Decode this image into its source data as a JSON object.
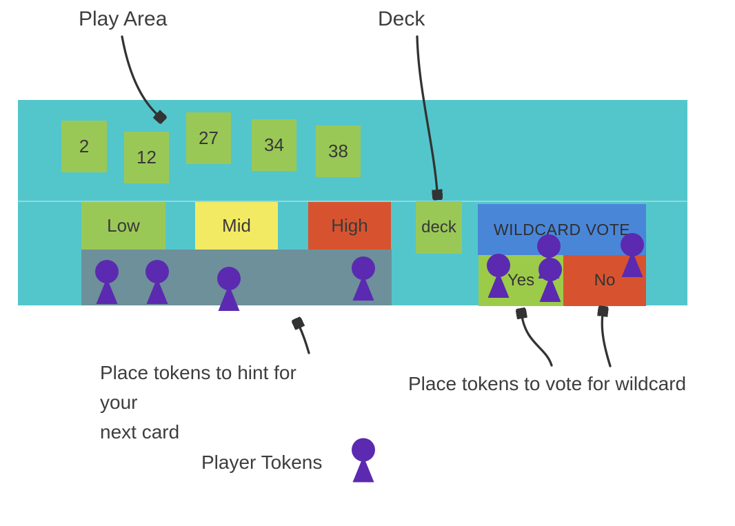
{
  "callouts": {
    "play_area": "Play Area",
    "deck": "Deck",
    "hint": {
      "line1": "Place tokens to hint for",
      "line2": "your",
      "line3": "next card"
    },
    "vote_caption": "Place tokens to vote for wildcard",
    "player_tokens": "Player Tokens"
  },
  "board": {
    "cards": [
      {
        "value": "2"
      },
      {
        "value": "12"
      },
      {
        "value": "27"
      },
      {
        "value": "34"
      },
      {
        "value": "38"
      }
    ],
    "hint_bins": [
      {
        "label": "Low"
      },
      {
        "label": "Mid"
      },
      {
        "label": "High"
      }
    ],
    "deck_label": "deck",
    "wildcard": {
      "title": "WILDCARD VOTE",
      "yes_label": "Yes",
      "no_label": "No"
    }
  },
  "tokens": {
    "hint_tray_count": 4,
    "vote_area_count": 4,
    "legend_count": 1
  },
  "icons": {
    "player_token": "pawn-silhouette"
  },
  "colors": {
    "board_teal": "#53c6cc",
    "card_green": "#9ac857",
    "yes_green": "#9ccb4a",
    "mid_yellow": "#f3ea63",
    "high_red": "#d7532f",
    "vote_blue": "#4a86d8",
    "tray_slate": "#6d909a",
    "token_purple": "#5b2ab0",
    "ink": "#3b3b3b"
  }
}
